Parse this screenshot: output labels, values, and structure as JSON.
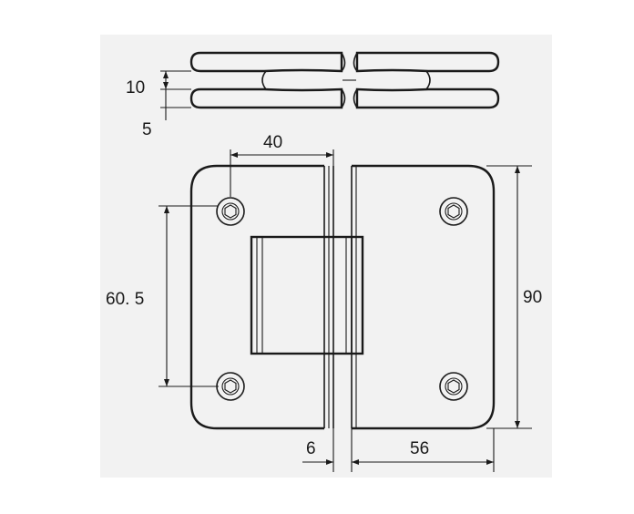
{
  "dimensions": {
    "glass_thickness": "10",
    "plate_offset": "5",
    "hole_offset": "40",
    "hole_spacing": "60. 5",
    "height": "90",
    "gap": "6",
    "leaf_width": "56"
  },
  "colors": {
    "ink": "#1a1a1a",
    "paper": "#f2f2f2",
    "background": "#ffffff"
  }
}
